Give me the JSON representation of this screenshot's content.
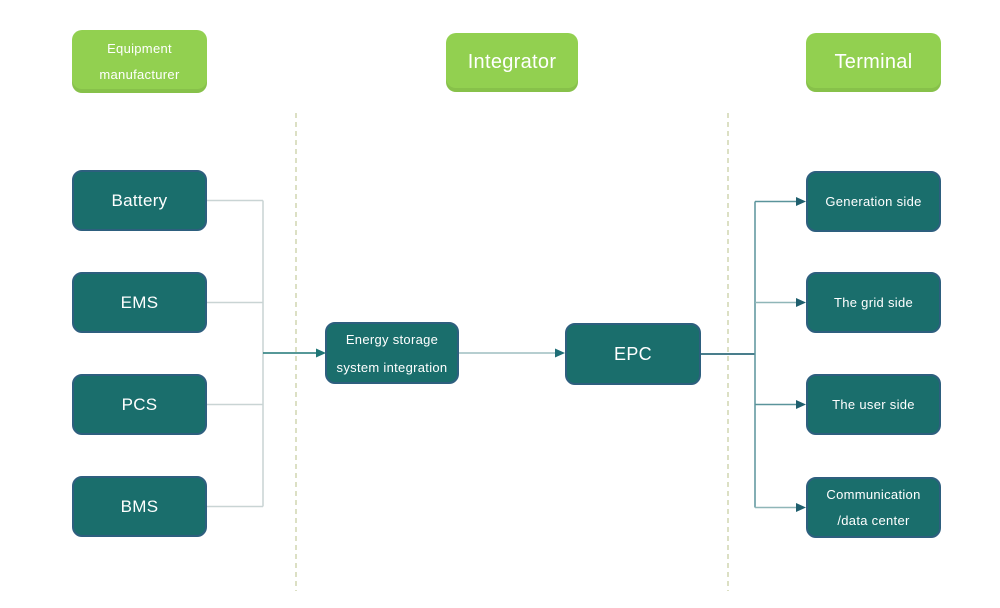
{
  "headers": {
    "equipment": {
      "line1": "Equipment",
      "line2": "manufacturer"
    },
    "integrator": {
      "label": "Integrator"
    },
    "terminal": {
      "label": "Terminal"
    }
  },
  "equipment_items": [
    {
      "label": "Battery"
    },
    {
      "label": "EMS"
    },
    {
      "label": "PCS"
    },
    {
      "label": "BMS"
    }
  ],
  "integrator_nodes": {
    "integration": {
      "line1": "Energy storage",
      "line2": "system integration"
    },
    "epc": {
      "label": "EPC"
    }
  },
  "terminal_items": [
    {
      "label": "Generation side"
    },
    {
      "label": "The grid side"
    },
    {
      "label": "The user side"
    },
    {
      "line1": "Communication",
      "line2": "/data center"
    }
  ],
  "colors": {
    "header_green": "#92d050",
    "node_teal": "#1a6e6c",
    "node_border": "#2d5f7e",
    "connector_light": "#c9d4d4",
    "connector_teal": "#5a949b",
    "arrow_dark": "#1f6e77",
    "separator_dash": "#dce0c4"
  }
}
